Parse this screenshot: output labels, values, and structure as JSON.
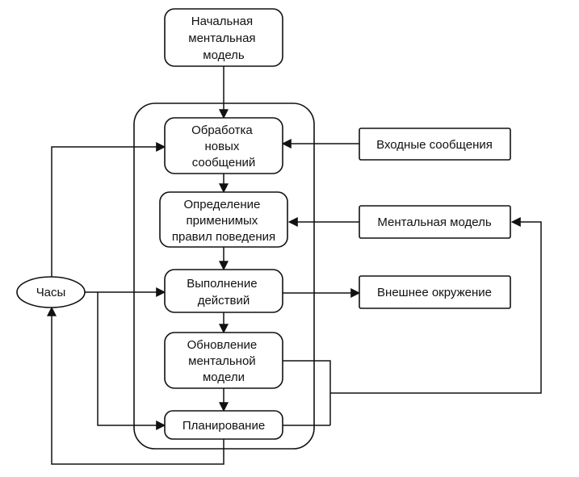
{
  "nodes": {
    "start_model": {
      "lines": [
        "Начальная",
        "ментальная",
        "модель"
      ]
    },
    "process_messages": {
      "lines": [
        "Обработка",
        "новых",
        "сообщений"
      ]
    },
    "define_rules": {
      "lines": [
        "Определение",
        "применимых",
        "правил поведения"
      ]
    },
    "execute_actions": {
      "lines": [
        "Выполнение",
        "действий"
      ]
    },
    "update_model": {
      "lines": [
        "Обновление",
        "ментальной",
        "модели"
      ]
    },
    "planning": {
      "lines": [
        "Планирование"
      ]
    },
    "input_messages": {
      "lines": [
        "Входные сообщения"
      ]
    },
    "mental_model": {
      "lines": [
        "Ментальная модель"
      ]
    },
    "environment": {
      "lines": [
        "Внешнее окружение"
      ]
    },
    "clock": {
      "lines": [
        "Часы"
      ]
    }
  }
}
